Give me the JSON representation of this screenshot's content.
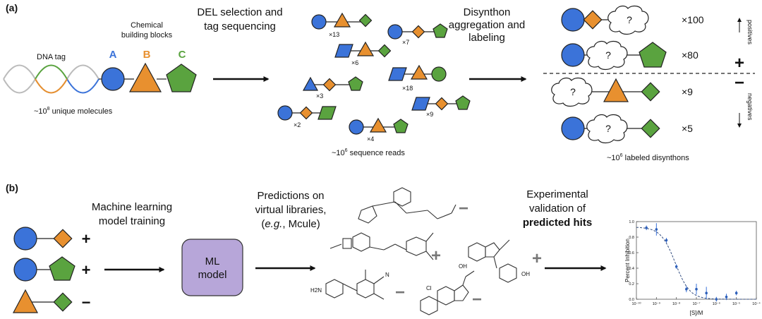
{
  "panel_a": {
    "label": "(a)",
    "dna_tag": "DNA tag",
    "blocks_title_1": "Chemical",
    "blocks_title_2": "building blocks",
    "block_a": "A",
    "block_b": "B",
    "block_c": "C",
    "unique_prefix": "~10",
    "unique_exp": "8",
    "unique_suffix": " unique molecules",
    "step1_line1": "DEL selection and",
    "step1_line2": "tag sequencing",
    "reads_prefix": "~10",
    "reads_exp": "6",
    "reads_suffix": " sequence reads",
    "counts": [
      "×13",
      "×7",
      "×6",
      "×3",
      "×18",
      "×2",
      "×9",
      "×4"
    ],
    "step2_line1": "Disynthon",
    "step2_line2": "aggregation and",
    "step2_line3": "labeling",
    "cloud_mark": "?",
    "disynthon_counts": [
      "×100",
      "×80",
      "×9",
      "×5"
    ],
    "positives": "positives",
    "negatives": "negatives",
    "plus": "+",
    "minus": "−",
    "labeled_prefix": "~10",
    "labeled_exp": "6",
    "labeled_suffix": " labeled disynthons"
  },
  "panel_b": {
    "label": "(b)",
    "training_line1": "Machine learning",
    "training_line2": "model training",
    "signs": [
      "+",
      "+",
      "−"
    ],
    "model_line1": "ML",
    "model_line2": "model",
    "pred_line1": "Predictions on",
    "pred_line2": "virtual libraries,",
    "pred_line3_a": "(",
    "pred_line3_eg": "e.g.",
    "pred_line3_b": ", Mcule)",
    "mol_signs": [
      "−",
      "+",
      "+",
      "−",
      "−"
    ],
    "oh_labels": [
      "OH",
      "OH",
      "H2N",
      "N",
      "Cl"
    ],
    "val_line1": "Experimental",
    "val_line2": "validation of",
    "val_line3": "predicted hits"
  },
  "colors": {
    "blue": "#3b73d9",
    "orange": "#e8902f",
    "green": "#5aa33f",
    "model": "#b7a6d9"
  },
  "chart_data": {
    "type": "scatter",
    "xlabel": "[S]/M",
    "ylabel": "Percent Inhibition",
    "x_ticks": [
      "10⁻¹⁰",
      "10⁻⁹",
      "10⁻⁸",
      "10⁻⁷",
      "10⁻⁶",
      "10⁻⁵",
      "10⁻⁴"
    ],
    "y_ticks": [
      "0.0",
      "0.2",
      "0.4",
      "0.6",
      "0.8",
      "1.0"
    ],
    "xlim_log10": [
      -10,
      -4
    ],
    "ylim": [
      0,
      1.0
    ],
    "x_log10": [
      -9.5,
      -9,
      -8.5,
      -8,
      -7.5,
      -7,
      -6.5,
      -6,
      -5.5,
      -5
    ],
    "y": [
      0.92,
      0.9,
      0.76,
      0.42,
      0.13,
      0.13,
      0.08,
      0.0,
      0.03,
      0.08
    ],
    "errors": [
      0.03,
      0.08,
      0.03,
      0.03,
      0.04,
      0.07,
      0.08,
      0.03,
      0.04,
      0.03
    ],
    "fit": "dashed sigmoid"
  }
}
